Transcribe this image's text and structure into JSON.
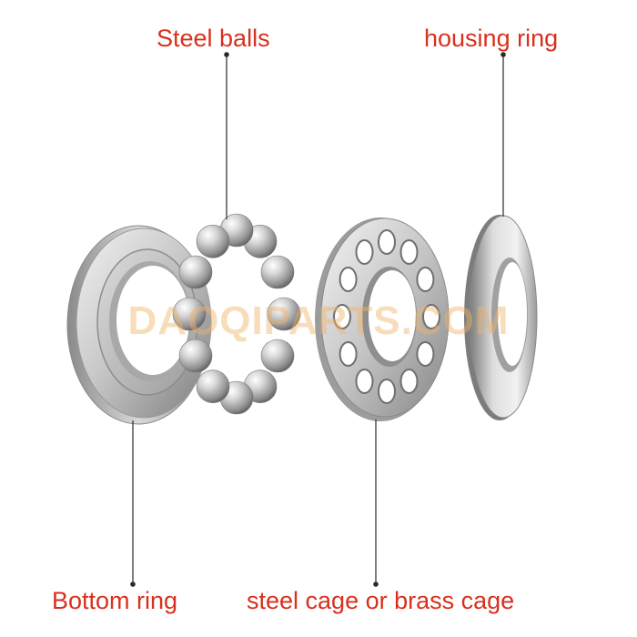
{
  "colors": {
    "label": "#d9301d",
    "leader": "#2a2a2a",
    "watermark": "#f0b46a",
    "steel_light": "#eeeeee",
    "steel_mid": "#b4b4b4",
    "steel_dark": "#6a6a6a"
  },
  "labels": {
    "steel_balls": "Steel balls",
    "housing_ring": "housing ring",
    "bottom_ring": "Bottom ring",
    "cage": "steel cage or brass cage"
  },
  "watermark": "DAOQIPARTS.COM",
  "components": {
    "ball_count": 12,
    "cage_pocket_count": 12
  }
}
